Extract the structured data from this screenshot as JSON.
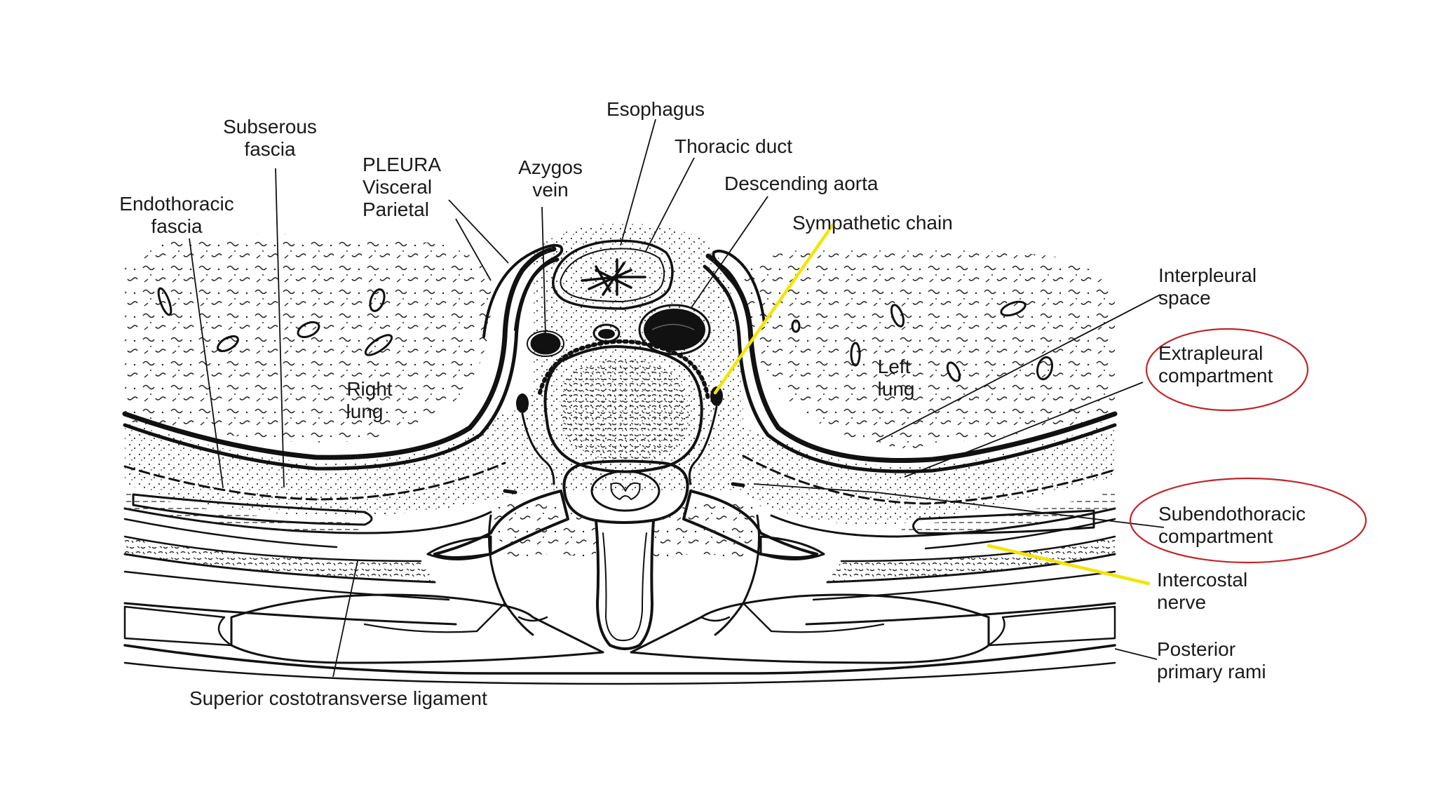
{
  "diagram": {
    "labels": {
      "subserous_fascia": [
        "Subserous",
        "fascia"
      ],
      "endothoracic_fascia": [
        "Endothoracic",
        "fascia"
      ],
      "pleura": [
        "PLEURA",
        "Visceral",
        "Parietal"
      ],
      "azygos_vein": [
        "Azygos",
        "vein"
      ],
      "esophagus": "Esophagus",
      "thoracic_duct": "Thoracic duct",
      "descending_aorta": "Descending aorta",
      "sympathetic_chain": "Sympathetic chain",
      "interpleural_space": [
        "Interpleural",
        "space"
      ],
      "extrapleural_compartment": [
        "Extrapleural",
        "compartment"
      ],
      "subendothoracic_compartment": [
        "Subendothoracic",
        "compartment"
      ],
      "intercostal_nerve": [
        "Intercostal",
        "nerve"
      ],
      "posterior_primary_rami": [
        "Posterior",
        "primary rami"
      ],
      "right_lung": [
        "Right",
        "lung"
      ],
      "left_lung": [
        "Left",
        "lung"
      ],
      "superior_costotransverse_ligament": "Superior costotransverse ligament"
    },
    "colors": {
      "ink": "#111111",
      "highlight_leader": "#f5e400",
      "highlight_circle": "#c0262a",
      "background": "#ffffff"
    }
  }
}
